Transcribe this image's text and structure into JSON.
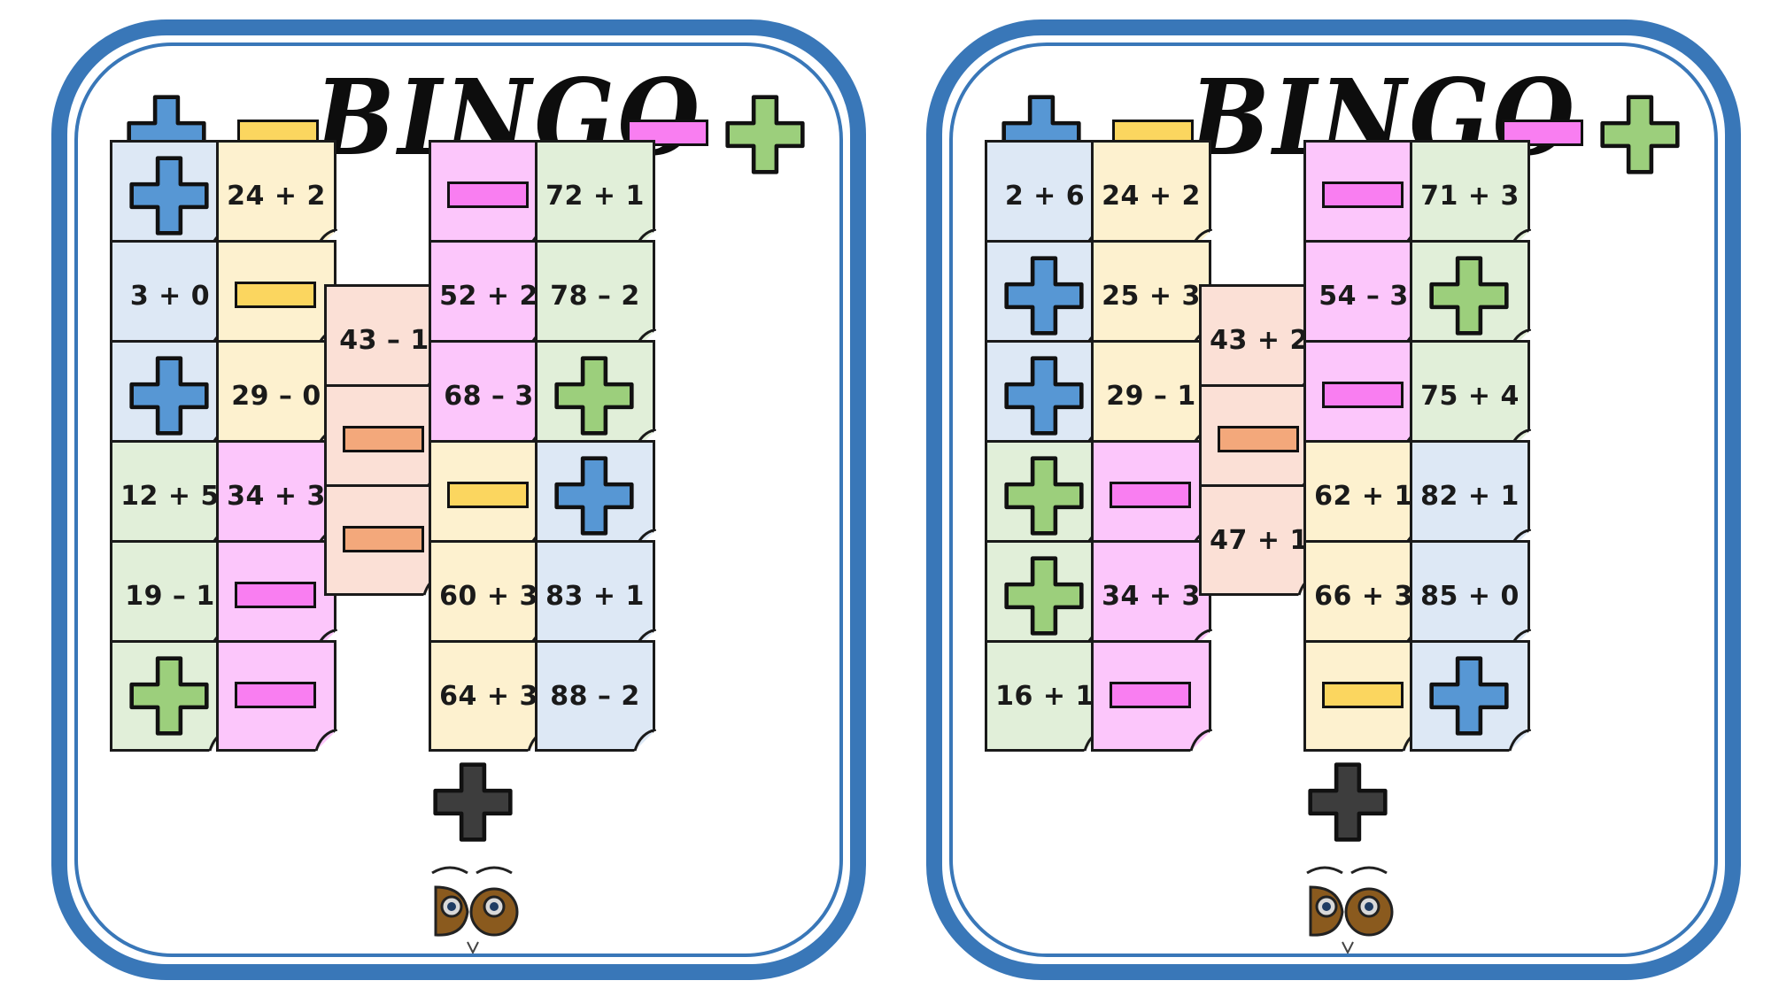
{
  "colors": {
    "frame": "#3977b8",
    "plus_blue": "#5797d4",
    "plus_green": "#9ccf7c",
    "plus_dark": "#3d3d3d",
    "minus_yellow": "#fbd65f",
    "minus_pink": "#f97ef1",
    "minus_orange": "#f3a87b",
    "cell_blue": "#dde8f5",
    "cell_yellow": "#fdf1cf",
    "cell_pink": "#fcc6fb",
    "cell_green": "#e1efd9",
    "cell_peach": "#fbe0d6"
  },
  "boards": [
    {
      "title": "BINGO",
      "header_icons": [
        "plus-blue",
        "minus-yellow",
        "minus-pink",
        "plus-green"
      ],
      "columns": [
        [
          {
            "color": "blue",
            "icon": "plus-blue"
          },
          {
            "color": "blue",
            "text": "3 + 0"
          },
          {
            "color": "blue",
            "icon": "plus-blue"
          },
          {
            "color": "green",
            "text": "12 + 5"
          },
          {
            "color": "green",
            "text": "19 – 1"
          },
          {
            "color": "green",
            "icon": "plus-green"
          }
        ],
        [
          {
            "color": "yellow",
            "text": "24 + 2"
          },
          {
            "color": "yellow",
            "icon": "minus-yellow"
          },
          {
            "color": "yellow",
            "text": "29 – 0"
          },
          {
            "color": "pink",
            "text": "34 + 3"
          },
          {
            "color": "pink",
            "icon": "minus-pink"
          },
          {
            "color": "pink",
            "icon": "minus-pink"
          }
        ],
        [
          {
            "color": "peach",
            "text": "43 – 1"
          },
          {
            "color": "peach",
            "icon": "minus-orange"
          },
          {
            "color": "peach",
            "icon": "minus-orange"
          }
        ],
        [
          {
            "color": "pink",
            "icon": "minus-pink"
          },
          {
            "color": "pink",
            "text": "52 + 2"
          },
          {
            "color": "pink",
            "text": "68 – 3"
          },
          {
            "color": "yellow",
            "icon": "minus-yellow"
          },
          {
            "color": "yellow",
            "text": "60 + 3"
          },
          {
            "color": "yellow",
            "text": "64 + 3"
          }
        ],
        [
          {
            "color": "green",
            "text": "72 + 1"
          },
          {
            "color": "green",
            "text": "78 – 2"
          },
          {
            "color": "green",
            "icon": "plus-green"
          },
          {
            "color": "blue",
            "icon": "plus-blue"
          },
          {
            "color": "blue",
            "text": "83 + 1"
          },
          {
            "color": "blue",
            "text": "88 – 2"
          }
        ]
      ]
    },
    {
      "title": "BINGO",
      "header_icons": [
        "plus-blue",
        "minus-yellow",
        "minus-pink",
        "plus-green"
      ],
      "columns": [
        [
          {
            "color": "blue",
            "text": "2 + 6"
          },
          {
            "color": "blue",
            "icon": "plus-blue"
          },
          {
            "color": "blue",
            "icon": "plus-blue"
          },
          {
            "color": "green",
            "icon": "plus-green"
          },
          {
            "color": "green",
            "icon": "plus-green"
          },
          {
            "color": "green",
            "text": "16 + 1"
          }
        ],
        [
          {
            "color": "yellow",
            "text": "24 + 2"
          },
          {
            "color": "yellow",
            "text": "25 + 3"
          },
          {
            "color": "yellow",
            "text": "29 – 1"
          },
          {
            "color": "pink",
            "icon": "minus-pink"
          },
          {
            "color": "pink",
            "text": "34 + 3"
          },
          {
            "color": "pink",
            "icon": "minus-pink"
          }
        ],
        [
          {
            "color": "peach",
            "text": "43 + 2"
          },
          {
            "color": "peach",
            "icon": "minus-orange"
          },
          {
            "color": "peach",
            "text": "47 + 1"
          }
        ],
        [
          {
            "color": "pink",
            "icon": "minus-pink"
          },
          {
            "color": "pink",
            "text": "54 – 3"
          },
          {
            "color": "pink",
            "icon": "minus-pink"
          },
          {
            "color": "yellow",
            "text": "62 + 1"
          },
          {
            "color": "yellow",
            "text": "66 + 3"
          },
          {
            "color": "yellow",
            "icon": "minus-yellow"
          }
        ],
        [
          {
            "color": "green",
            "text": "71 + 3"
          },
          {
            "color": "green",
            "icon": "plus-green"
          },
          {
            "color": "green",
            "text": "75 + 4"
          },
          {
            "color": "blue",
            "text": "82 + 1"
          },
          {
            "color": "blue",
            "text": "85 + 0"
          },
          {
            "color": "blue",
            "icon": "plus-blue"
          }
        ]
      ]
    }
  ]
}
